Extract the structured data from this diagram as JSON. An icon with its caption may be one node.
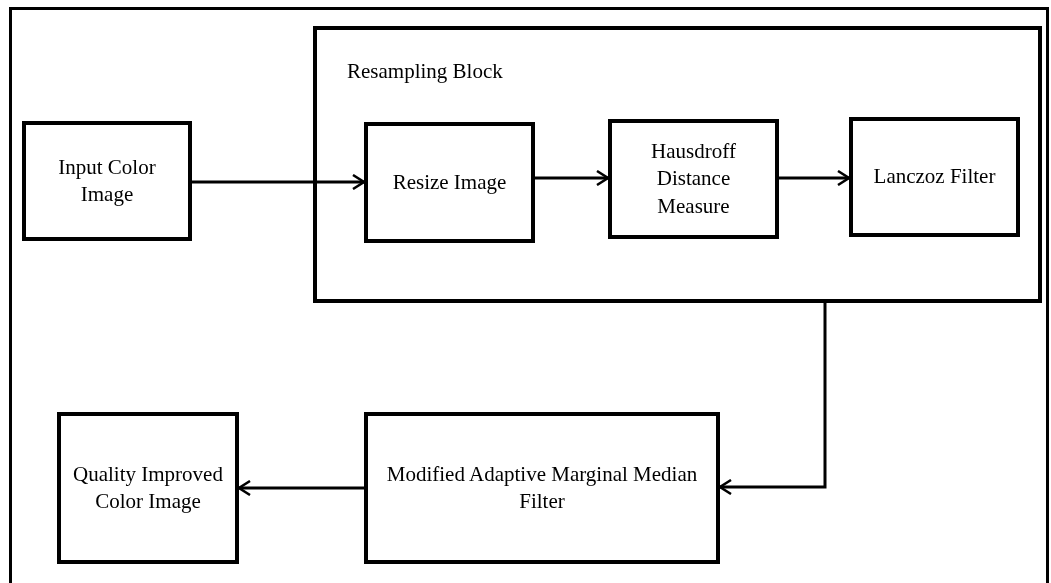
{
  "diagram": {
    "nodes": [
      {
        "text": [
          "Input Color Image"
        ]
      },
      {
        "text": [
          "Resampling Block"
        ]
      },
      {
        "text": [
          "Resize Image"
        ],
        "in": 1
      },
      {
        "text": [
          "Hausdroff Distance Measure"
        ],
        "in": 1
      },
      {
        "text": [
          "Lanczoz Filter"
        ],
        "in": 1
      },
      {
        "text": [
          "Modified Adaptive Marginal Median Filter"
        ]
      },
      {
        "text": [
          "Quality Improved Color Image"
        ]
      }
    ],
    "edges": [
      {
        "from": 0,
        "to": 2,
        "arrow": "to"
      },
      {
        "from": 2,
        "to": 3,
        "arrow": "to"
      },
      {
        "from": 3,
        "to": 4,
        "arrow": "to"
      },
      {
        "from": 1,
        "to": 5,
        "arrow": "to"
      },
      {
        "from": 5,
        "to": 6,
        "arrow": "to"
      }
    ]
  }
}
